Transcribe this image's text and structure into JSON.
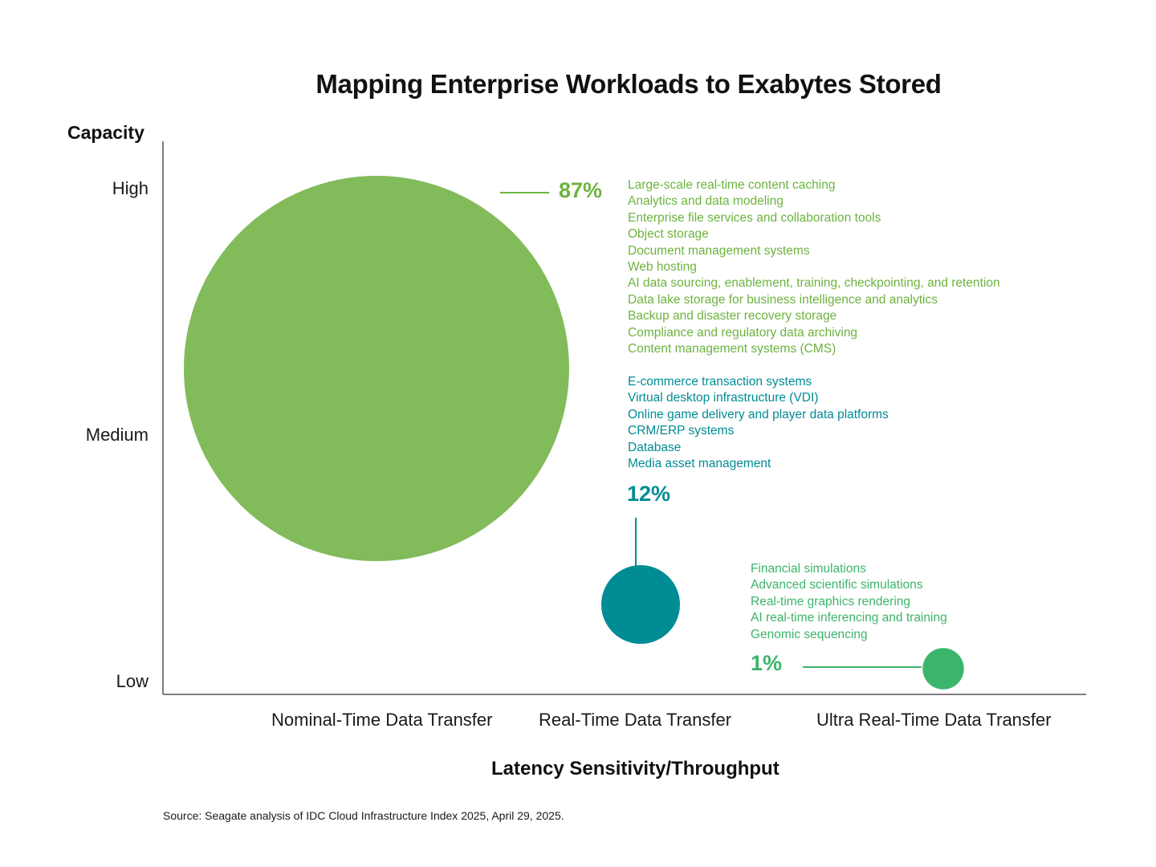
{
  "chart_data": {
    "type": "bubble",
    "title": "Mapping Enterprise Workloads to Exabytes Stored",
    "ylabel": "Capacity",
    "xlabel": "Latency Sensitivity/Throughput",
    "y_ticks": [
      "High",
      "Medium",
      "Low"
    ],
    "x_categories": [
      "Nominal-Time Data Transfer",
      "Real-Time Data Transfer",
      "Ultra Real-Time Data Transfer"
    ],
    "grid": false,
    "series": [
      {
        "category": "Nominal-Time Data Transfer",
        "share_percent": 87,
        "share_label": "87%",
        "color": "#82bb5a",
        "label_color": "#6cb33f",
        "workloads": [
          "Large-scale real-time content caching",
          "Analytics and data modeling",
          "Enterprise file services and collaboration tools",
          "Object storage",
          "Document management systems",
          "Web hosting",
          "AI data sourcing, enablement, training, checkpointing, and retention",
          "Data lake storage for business intelligence and analytics",
          "Backup and disaster recovery storage",
          "Compliance and regulatory data archiving",
          "Content management systems (CMS)"
        ]
      },
      {
        "category": "Real-Time Data Transfer",
        "share_percent": 12,
        "share_label": "12%",
        "color": "#008c95",
        "label_color": "#008c95",
        "workloads": [
          "E-commerce transaction systems",
          "Virtual desktop infrastructure (VDI)",
          "Online game delivery and player data platforms",
          "CRM/ERP systems",
          "Database",
          "Media asset management"
        ]
      },
      {
        "category": "Ultra Real-Time Data Transfer",
        "share_percent": 1,
        "share_label": "1%",
        "color": "#3cb56c",
        "label_color": "#3cb56c",
        "workloads": [
          "Financial simulations",
          "Advanced scientific simulations",
          "Real-time graphics rendering",
          "AI real-time inferencing and training",
          "Genomic sequencing"
        ]
      }
    ]
  },
  "source": "Source: Seagate analysis of IDC Cloud Infrastructure Index 2025, April 29, 2025."
}
